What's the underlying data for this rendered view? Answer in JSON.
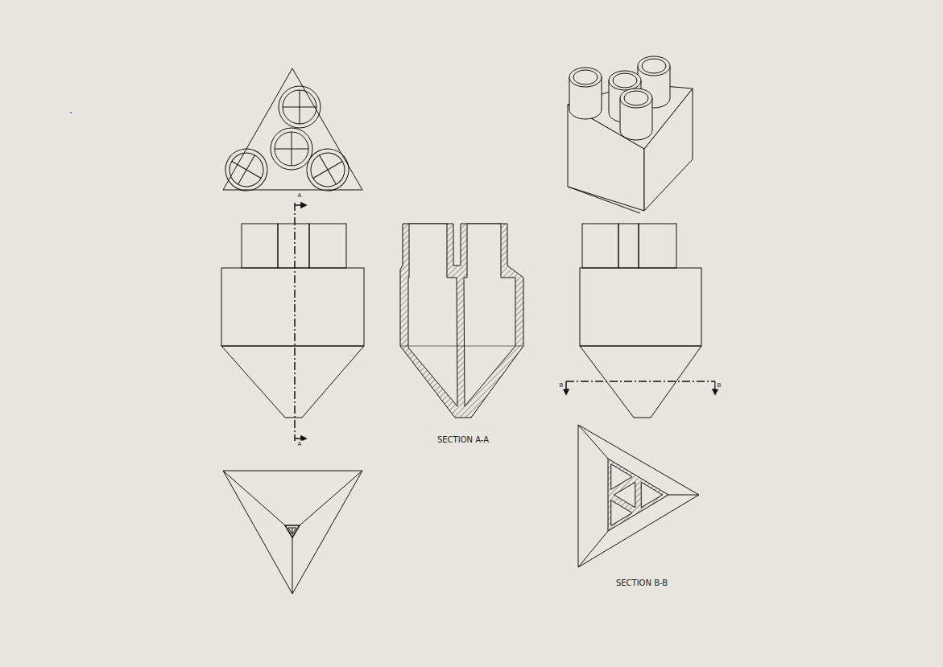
{
  "diagram": {
    "labels": [
      "A",
      "A",
      "SECTION A-A",
      "B",
      "B",
      "SECTION B-B"
    ]
  }
}
